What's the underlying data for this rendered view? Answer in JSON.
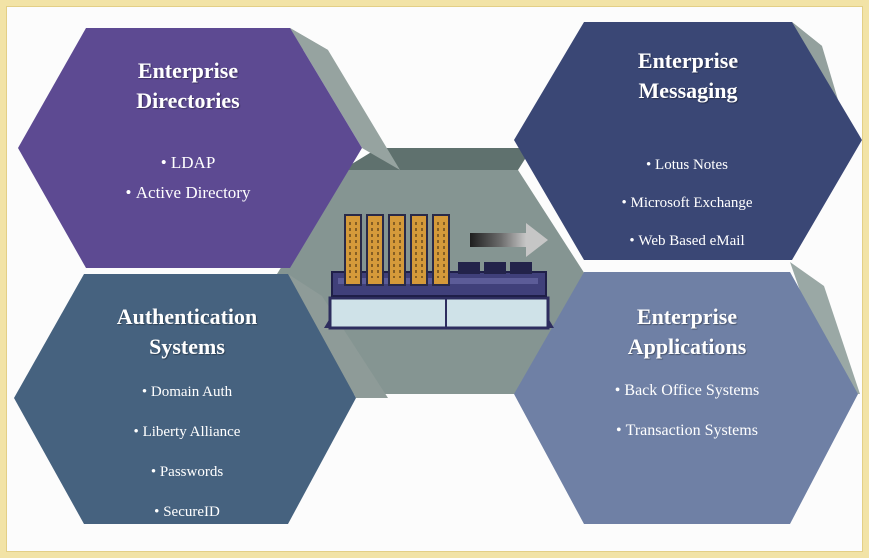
{
  "colors": {
    "directories": "#5d4a92",
    "messaging": "#3a4775",
    "authentication": "#46627f",
    "applications": "#6f80a5",
    "hub": "#859592",
    "hub_top": "#5f716e",
    "server": "#d59a3a"
  },
  "hexes": {
    "directories": {
      "title": "Enterprise Directories",
      "items": [
        "LDAP",
        "Active Directory"
      ]
    },
    "messaging": {
      "title": "Enterprise Messaging",
      "items": [
        "Lotus Notes",
        "Microsoft Exchange",
        "Web Based eMail"
      ]
    },
    "authentication": {
      "title": "Authentication Systems",
      "items": [
        "Domain Auth",
        "Liberty Alliance",
        "Passwords",
        "SecureID"
      ]
    },
    "applications": {
      "title": "Enterprise Applications",
      "items": [
        "Back Office Systems",
        "Transaction Systems"
      ]
    }
  },
  "hub": {
    "icon": "server-rack-icon",
    "arrow_icon": "arrow-right-icon"
  }
}
